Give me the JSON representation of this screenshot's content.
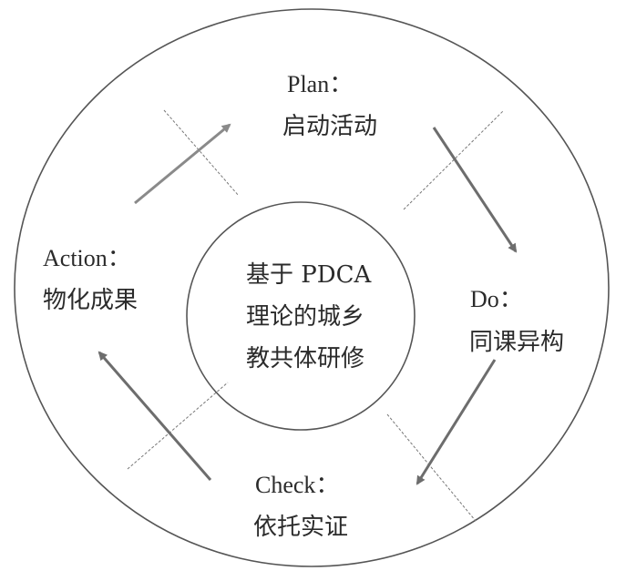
{
  "center": {
    "lines": [
      "基于 PDCA",
      "理论的城乡",
      "教共体研修"
    ]
  },
  "stages": {
    "plan": {
      "title": "Plan：",
      "subtitle": "启动活动"
    },
    "do": {
      "title": "Do：",
      "subtitle": "同课异构"
    },
    "check": {
      "title": "Check：",
      "subtitle": "依托实证"
    },
    "action": {
      "title": "Action：",
      "subtitle": "物化成果"
    }
  },
  "colors": {
    "line": "#555555",
    "arrow": "#6d6d6d",
    "arrow_light": "#8a8a8a",
    "text": "#2b2b2b"
  }
}
